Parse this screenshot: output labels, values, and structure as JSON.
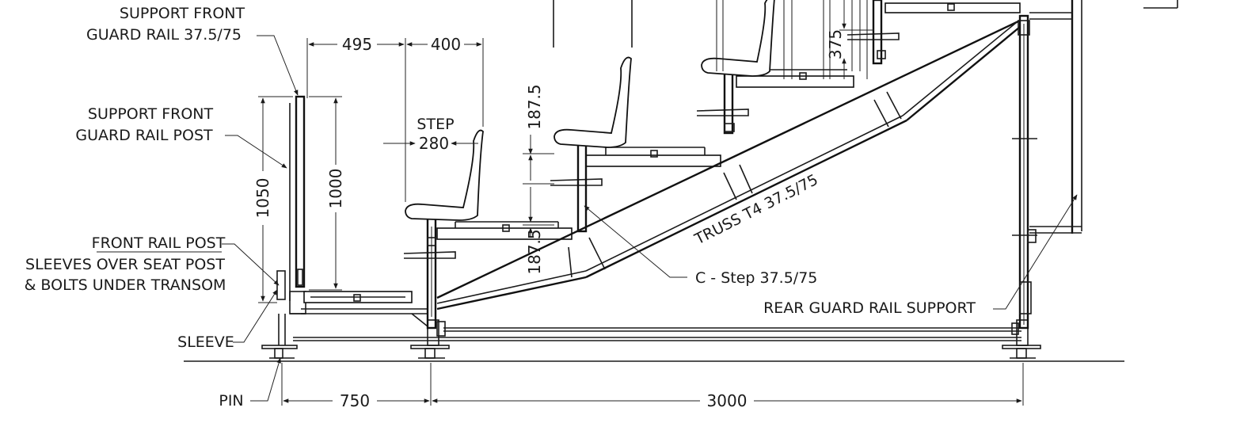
{
  "labels": {
    "support_front_guard_rail_1": "SUPPORT FRONT",
    "support_front_guard_rail_2": "GUARD RAIL 37.5/75",
    "support_front_post_1": "SUPPORT FRONT",
    "support_front_post_2": "GUARD RAIL POST",
    "front_rail_post": "FRONT RAIL POST",
    "sleeves_over_seat_post": "SLEEVES OVER SEAT POST",
    "bolts_under_transom": "& BOLTS UNDER TRANSOM",
    "sleeve": "SLEEVE",
    "pin": "PIN",
    "step_word": "STEP",
    "truss": "TRUSS T4 37.5/75",
    "c_step": "C - Step 37.5/75",
    "rear_guard_rail_support": "REAR GUARD RAIL SUPPORT"
  },
  "dimensions": {
    "d495": "495",
    "d400": "400",
    "d280": "280",
    "d187_top": "187.5",
    "d187_bottom": "187.5",
    "d375": "375",
    "d1050": "1050",
    "d1000": "1000",
    "d750": "750",
    "d3000": "3000"
  }
}
